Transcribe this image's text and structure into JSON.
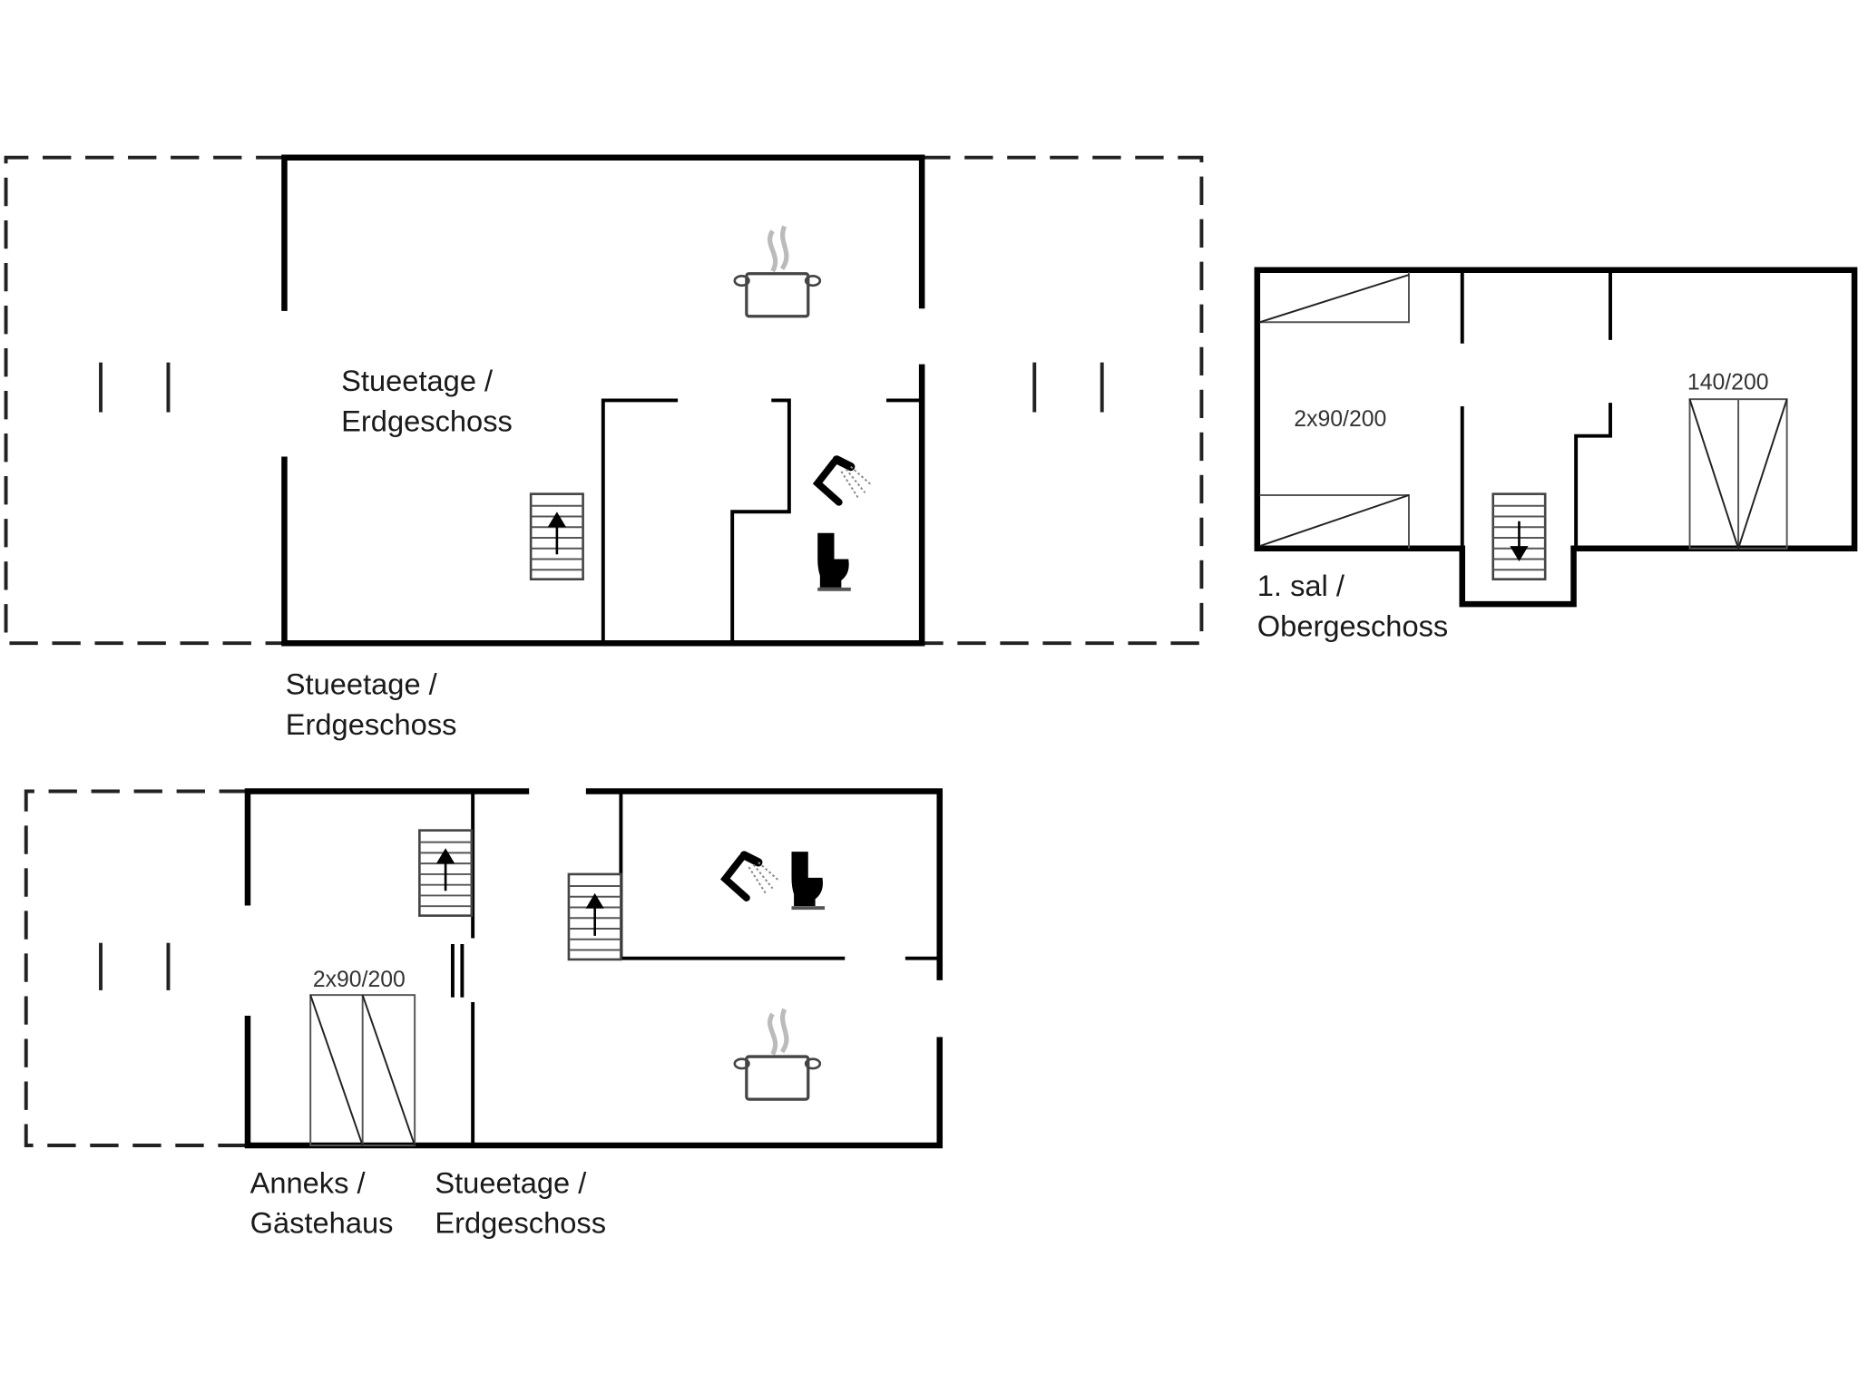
{
  "plans": {
    "main_house": {
      "room_label_line1": "Stueetage /",
      "room_label_line2": "Erdgeschoss",
      "caption_line1": "Stueetage /",
      "caption_line2": "Erdgeschoss",
      "icons": [
        "kitchen-pot-icon",
        "shower-icon",
        "toilet-icon",
        "stairs-up-icon"
      ]
    },
    "upper_floor": {
      "bed_left": "2x90/200",
      "bed_right": "140/200",
      "caption_line1": "1. sal /",
      "caption_line2": "Obergeschoss",
      "icons": [
        "stairs-down-icon"
      ]
    },
    "annex": {
      "bed": "2x90/200",
      "caption_left_line1": "Anneks /",
      "caption_left_line2": "Gästehaus",
      "caption_right_line1": "Stueetage /",
      "caption_right_line2": "Erdgeschoss",
      "icons": [
        "stairs-up-icon",
        "stairs-up-icon",
        "shower-icon",
        "toilet-icon",
        "kitchen-pot-icon"
      ]
    }
  },
  "colors": {
    "wall": "#000000",
    "terrace": "#222222",
    "steam": "#bbbbbb",
    "background": "#ffffff"
  }
}
